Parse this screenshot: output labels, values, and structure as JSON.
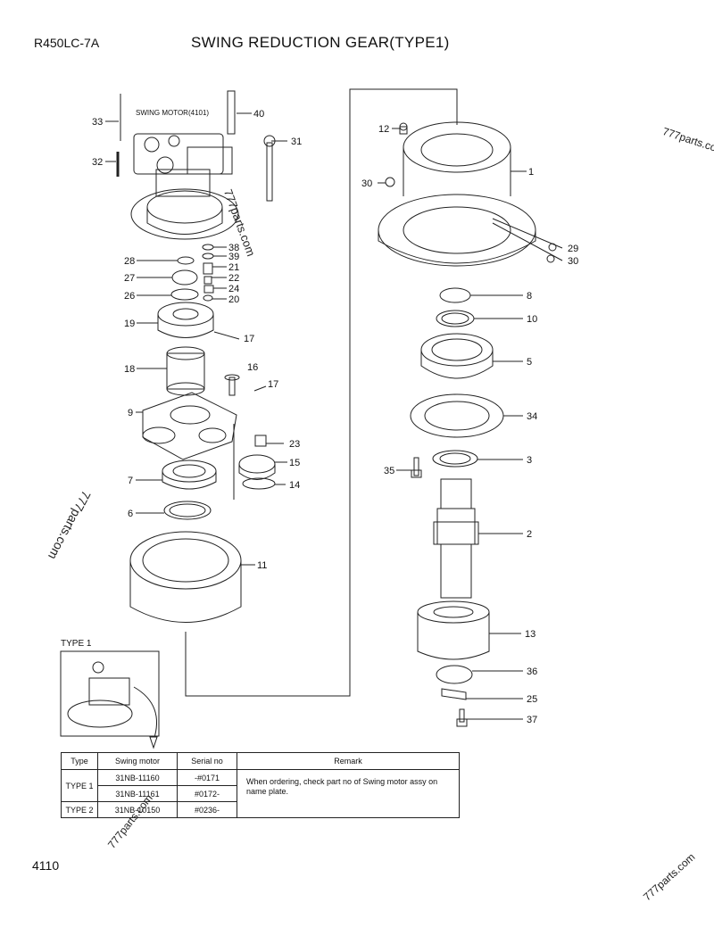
{
  "header": {
    "model": "R450LC-7A",
    "title": "SWING REDUCTION GEAR(TYPE1)"
  },
  "page_number": "4110",
  "watermark": "777parts.com",
  "callouts": {
    "c33": "33",
    "c40": "40",
    "c31": "31",
    "c32": "32",
    "c38": "38",
    "c39": "39",
    "c28": "28",
    "c21": "21",
    "c27": "27",
    "c22": "22",
    "c24": "24",
    "c26": "26",
    "c20": "20",
    "c19": "19",
    "c17a": "17",
    "c18": "18",
    "c16": "16",
    "c17b": "17",
    "c9": "9",
    "c23": "23",
    "c15": "15",
    "c7": "7",
    "c14": "14",
    "c6": "6",
    "c11": "11",
    "c12": "12",
    "c1": "1",
    "c30a": "30",
    "c29": "29",
    "c30b": "30",
    "c8": "8",
    "c10": "10",
    "c5": "5",
    "c34": "34",
    "c35": "35",
    "c3": "3",
    "c2": "2",
    "c13": "13",
    "c36": "36",
    "c25": "25",
    "c37": "37"
  },
  "swing_motor_label": "SWING MOTOR(4101)",
  "type_label": "TYPE 1",
  "table": {
    "headers": [
      "Type",
      "Swing motor",
      "Serial no",
      "Remark"
    ],
    "rows": [
      {
        "type": "TYPE 1",
        "motor": "31NB-11160",
        "serial": "-#0171"
      },
      {
        "type": "",
        "motor": "31NB-11161",
        "serial": "#0172-"
      },
      {
        "type": "TYPE 2",
        "motor": "31NB-10150",
        "serial": "#0236-"
      }
    ],
    "remark": "When ordering, check part no of Swing motor assy on name plate."
  }
}
